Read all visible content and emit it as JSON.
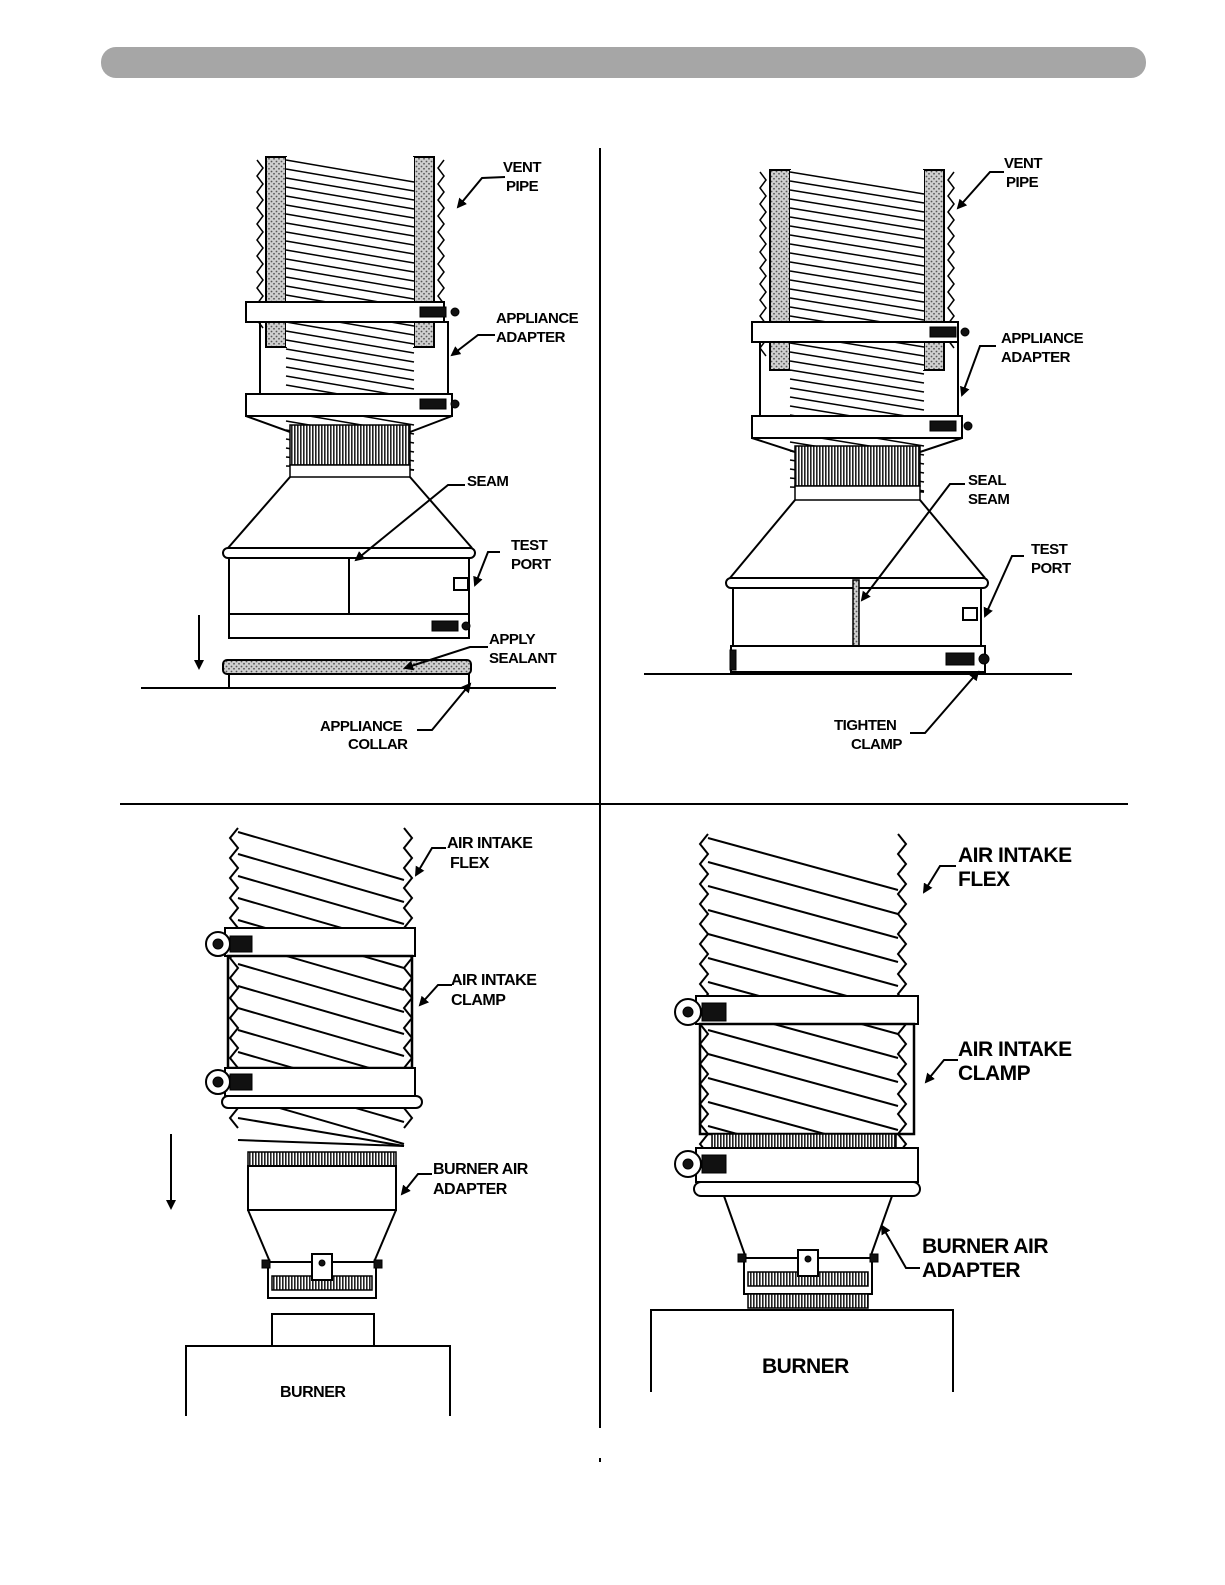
{
  "header_bar": {
    "color": "#a6a6a6"
  },
  "panels": {
    "top_left": {
      "labels": {
        "vent_pipe": [
          "VENT",
          "PIPE"
        ],
        "appliance_adapter": [
          "APPLIANCE",
          "ADAPTER"
        ],
        "seam": [
          "SEAM"
        ],
        "test_port": [
          "TEST",
          "PORT"
        ],
        "apply_sealant": [
          "APPLY",
          "SEALANT"
        ],
        "appliance_collar": [
          "APPLIANCE",
          "COLLAR"
        ]
      }
    },
    "top_right": {
      "labels": {
        "vent_pipe": [
          "VENT",
          "PIPE"
        ],
        "appliance_adapter": [
          "APPLIANCE",
          "ADAPTER"
        ],
        "seal_seam": [
          "SEAL",
          "SEAM"
        ],
        "test_port": [
          "TEST",
          "PORT"
        ],
        "tighten_clamp": [
          "TIGHTEN",
          "CLAMP"
        ]
      }
    },
    "bottom_left": {
      "labels": {
        "air_intake_flex": [
          "AIR INTAKE",
          "FLEX"
        ],
        "air_intake_clamp": [
          "AIR INTAKE",
          "CLAMP"
        ],
        "burner_air_adapter": [
          "BURNER AIR",
          "ADAPTER"
        ],
        "burner": [
          "BURNER"
        ]
      }
    },
    "bottom_right": {
      "labels": {
        "air_intake_flex": [
          "AIR INTAKE",
          "FLEX"
        ],
        "air_intake_clamp": [
          "AIR INTAKE",
          "CLAMP"
        ],
        "burner_air_adapter": [
          "BURNER AIR",
          "ADAPTER"
        ],
        "burner": [
          "BURNER"
        ]
      }
    }
  }
}
